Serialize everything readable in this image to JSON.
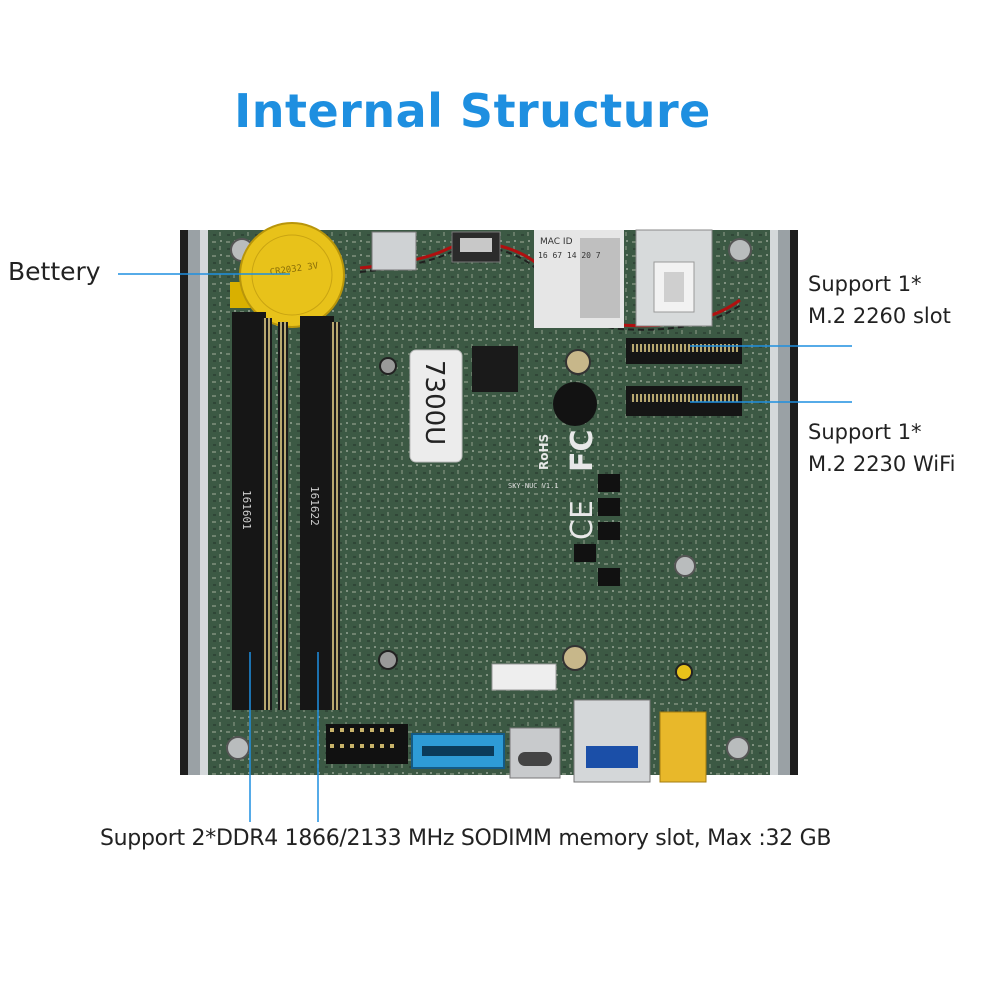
{
  "title": "Internal Structure",
  "labels": {
    "battery": "Bettery",
    "m2_2260_line1": "Support 1*",
    "m2_2260_line2": "M.2 2260 slot",
    "m2_2230_line1": "Support 1*",
    "m2_2230_line2": "M.2 2230 WiFi",
    "memory": "Support 2*DDR4 1866/2133 MHz SODIMM memory slot, Max :32 GB"
  },
  "board_marks": {
    "cpu_sticker": "7300U",
    "mac_label": "MAC ID",
    "mac_digits": "16 67 14 20 7",
    "dimm_a": "161601",
    "dimm_b": "161622",
    "battery_text": "CR2032 3V",
    "rohs": "RoHS",
    "fc": "FC",
    "ce": "CE",
    "model": "SKY-NUC V1.1"
  },
  "colors": {
    "title": "#1e8fe0",
    "pointer_lines": "#1e8fe0",
    "pcb": "#3d5a44",
    "battery": "#e8c21a"
  }
}
